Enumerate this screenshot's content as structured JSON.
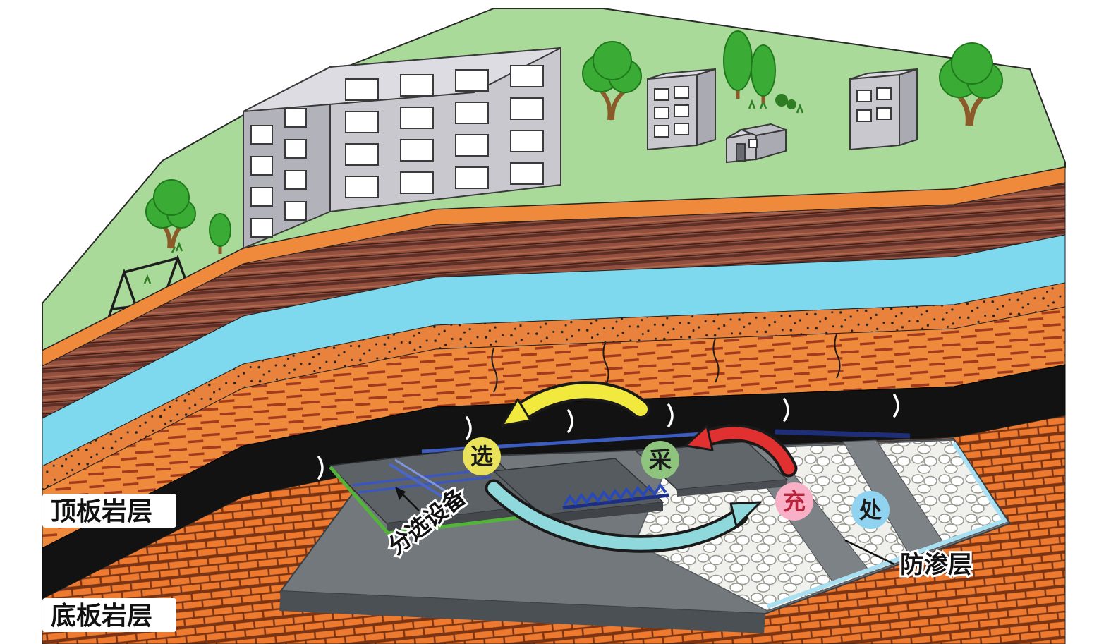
{
  "diagram": {
    "badges": [
      {
        "name": "sorting",
        "label": "选",
        "color": "#e9e25a",
        "text_color": "#1a1a1a"
      },
      {
        "name": "mining",
        "label": "采",
        "color": "#8fc47f",
        "text_color": "#1a1a1a"
      },
      {
        "name": "backfill",
        "label": "充",
        "color": "#f9afc6",
        "text_color": "#b8233a"
      },
      {
        "name": "processing",
        "label": "处",
        "color": "#90d3f0",
        "text_color": "#1a1a1a"
      }
    ],
    "labels": {
      "roof_rock": "顶板岩层",
      "floor_rock": "底板岩层",
      "sorting_equipment": "分选设备",
      "impermeable_layer": "防渗层"
    },
    "palette": {
      "grass": "#a9da99",
      "topsoil_orange": "#ef8a3d",
      "mudstone_brown": "#94503e",
      "aquifer_blue": "#7fd9ee",
      "sandstone_dotted": "#e8823c",
      "siltstone_dashed": "#ef8a3d",
      "coal_seam": "#121212",
      "floor_brick": "#ee7a30",
      "void_floor_gray": "#73787d",
      "arrow_yellow": "#f2e93e",
      "arrow_red": "#e03030",
      "arrow_cyan": "#8fd8dc"
    }
  }
}
